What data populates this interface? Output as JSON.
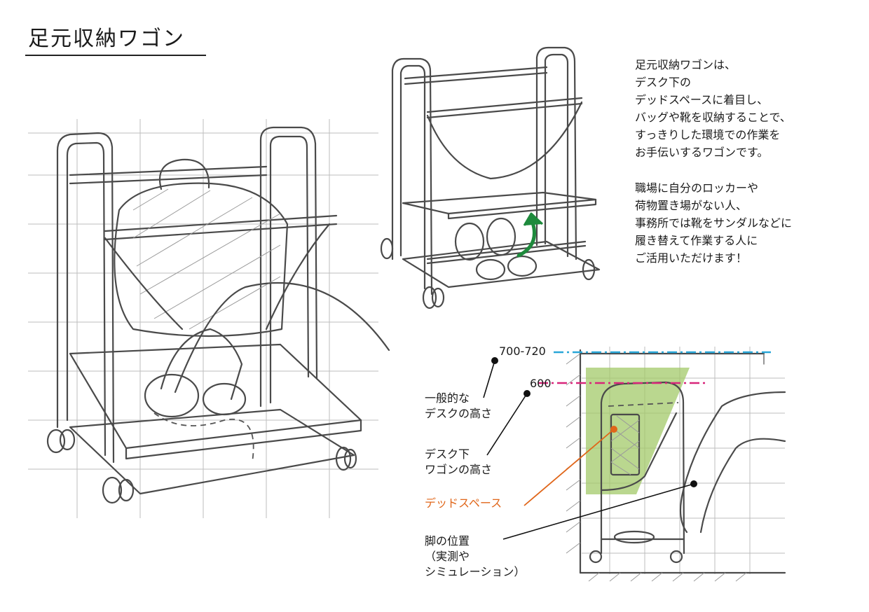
{
  "title": "足元収納ワゴン",
  "description": {
    "paragraph1": "足元収納ワゴンは、\nデスク下の\nデッドスペースに着目し、\nバッグや靴を収納することで、\nすっきりした環境での作業を\nお手伝いするワゴンです。",
    "paragraph2": "職場に自分のロッカーや\n荷物置き場がない人、\n事務所では靴をサンダルなどに\n履き替えて作業する人に\nご活用いただけます！"
  },
  "diagram": {
    "height_label_top": "700-720",
    "height_label_mid": "600",
    "desk_height_label": "一般的な\nデスクの高さ",
    "wagon_height_label": "デスク下\nワゴンの高さ",
    "dead_space_label": "デッドスペース",
    "leg_position_label": "脚の位置\n（実測や\n シミュレーション）"
  },
  "colors": {
    "desk_line": "#2aa7d8",
    "wagon_line": "#d8267a",
    "dead_space_fill": "#a3c96a",
    "dead_space_text": "#e0661a",
    "arrow_green": "#1e8a3c"
  }
}
